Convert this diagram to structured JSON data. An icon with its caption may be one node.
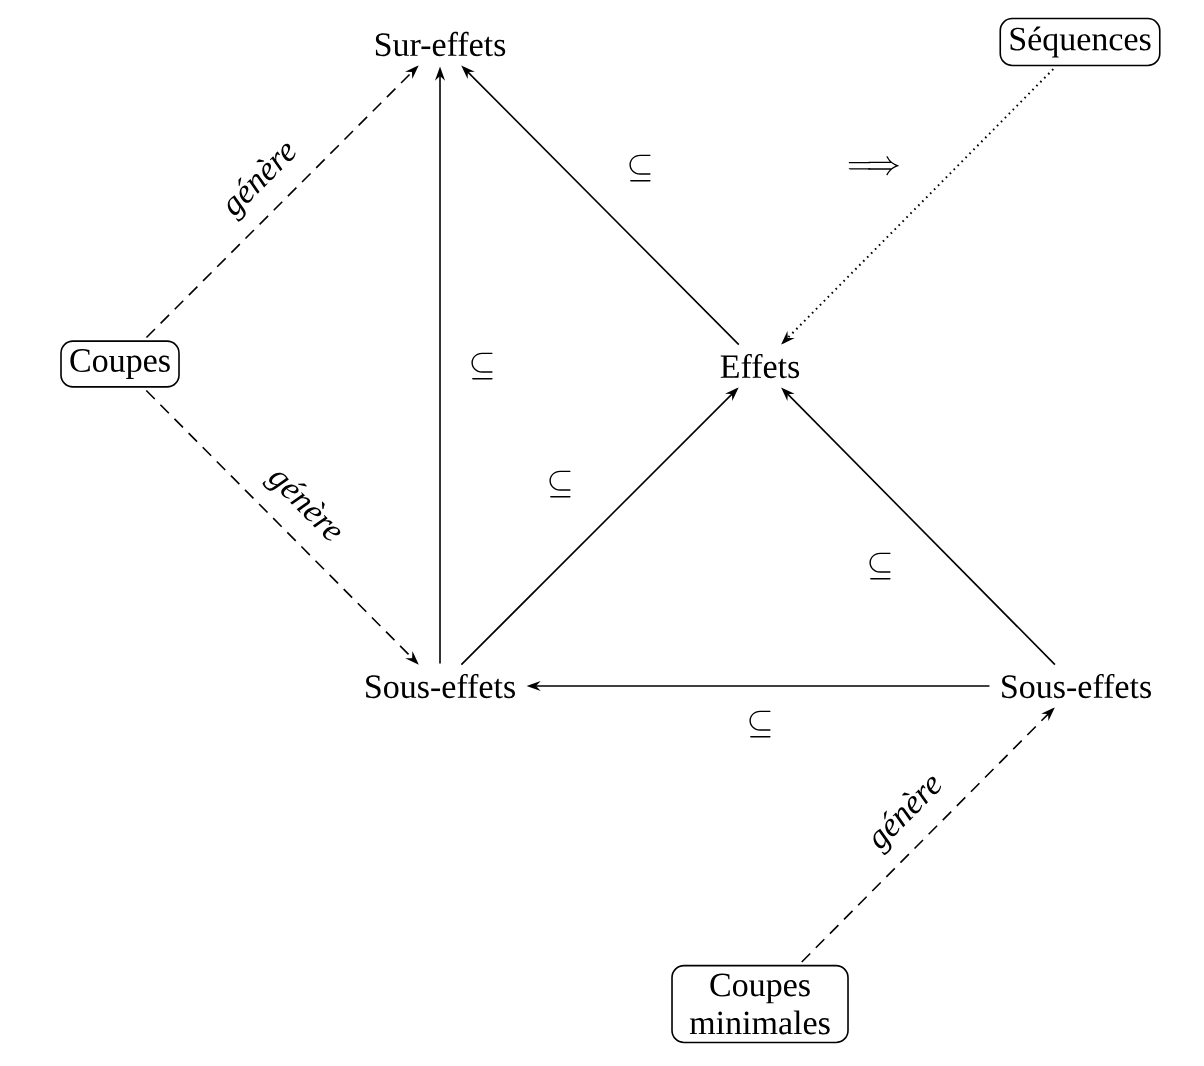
{
  "diagram": {
    "nodes": [
      {
        "text": [
          "Sur-effets"
        ]
      },
      {
        "text": [
          "Séquences"
        ]
      },
      {
        "text": [
          "Coupes"
        ]
      },
      {
        "text": [
          "Effets"
        ]
      },
      {
        "text": [
          "Sous-effets"
        ]
      },
      {
        "text": [
          "Sous-effets"
        ]
      },
      {
        "text": [
          "Coupes minimales"
        ]
      }
    ],
    "edges": [
      {
        "from": 2,
        "to": 0,
        "arrow": "to",
        "style": "dashed",
        "label": "génère"
      },
      {
        "from": 2,
        "to": 4,
        "arrow": "to",
        "style": "dashed",
        "label": "génère"
      },
      {
        "from": 4,
        "to": 0,
        "arrow": "to",
        "label": "\\subseteq"
      },
      {
        "from": 3,
        "to": 0,
        "arrow": "to",
        "label": "\\subseteq"
      },
      {
        "from": 1,
        "to": 3,
        "arrow": "to",
        "style": "dashed"
      },
      {
        "from": 4,
        "to": 3,
        "arrow": "to",
        "label": "\\subseteq"
      },
      {
        "from": 5,
        "to": 3,
        "arrow": "to",
        "label": "\\subseteq"
      },
      {
        "from": 5,
        "to": 4,
        "arrow": "to",
        "label": "\\subseteq"
      },
      {
        "from": 6,
        "to": 5,
        "arrow": "to",
        "style": "dashed",
        "label": "génère"
      }
    ],
    "labels": [
      "\\Longrightarrow"
    ]
  }
}
